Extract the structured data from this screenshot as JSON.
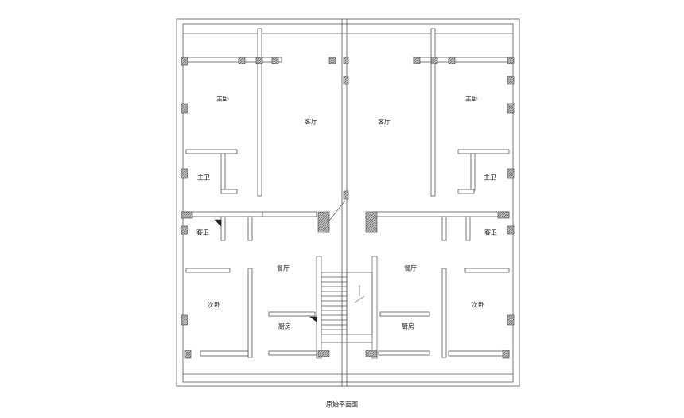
{
  "rooms": {
    "master_bedroom_left": "主卧",
    "living_room_left": "客厅",
    "living_room_right": "客厅",
    "master_bedroom_right": "主卧",
    "master_bath_left": "主卫",
    "master_bath_right": "主卫",
    "guest_bath_left": "客卫",
    "guest_bath_right": "客卫",
    "dining_left": "餐厅",
    "dining_right": "餐厅",
    "second_bedroom_left": "次卧",
    "second_bedroom_right": "次卧",
    "kitchen_left": "厨房",
    "kitchen_right": "厨房"
  },
  "caption": "原始平面图",
  "colors": {
    "line": "#555555",
    "wall_fill": "#ffffff",
    "column_fill": "#9a9a9a"
  }
}
